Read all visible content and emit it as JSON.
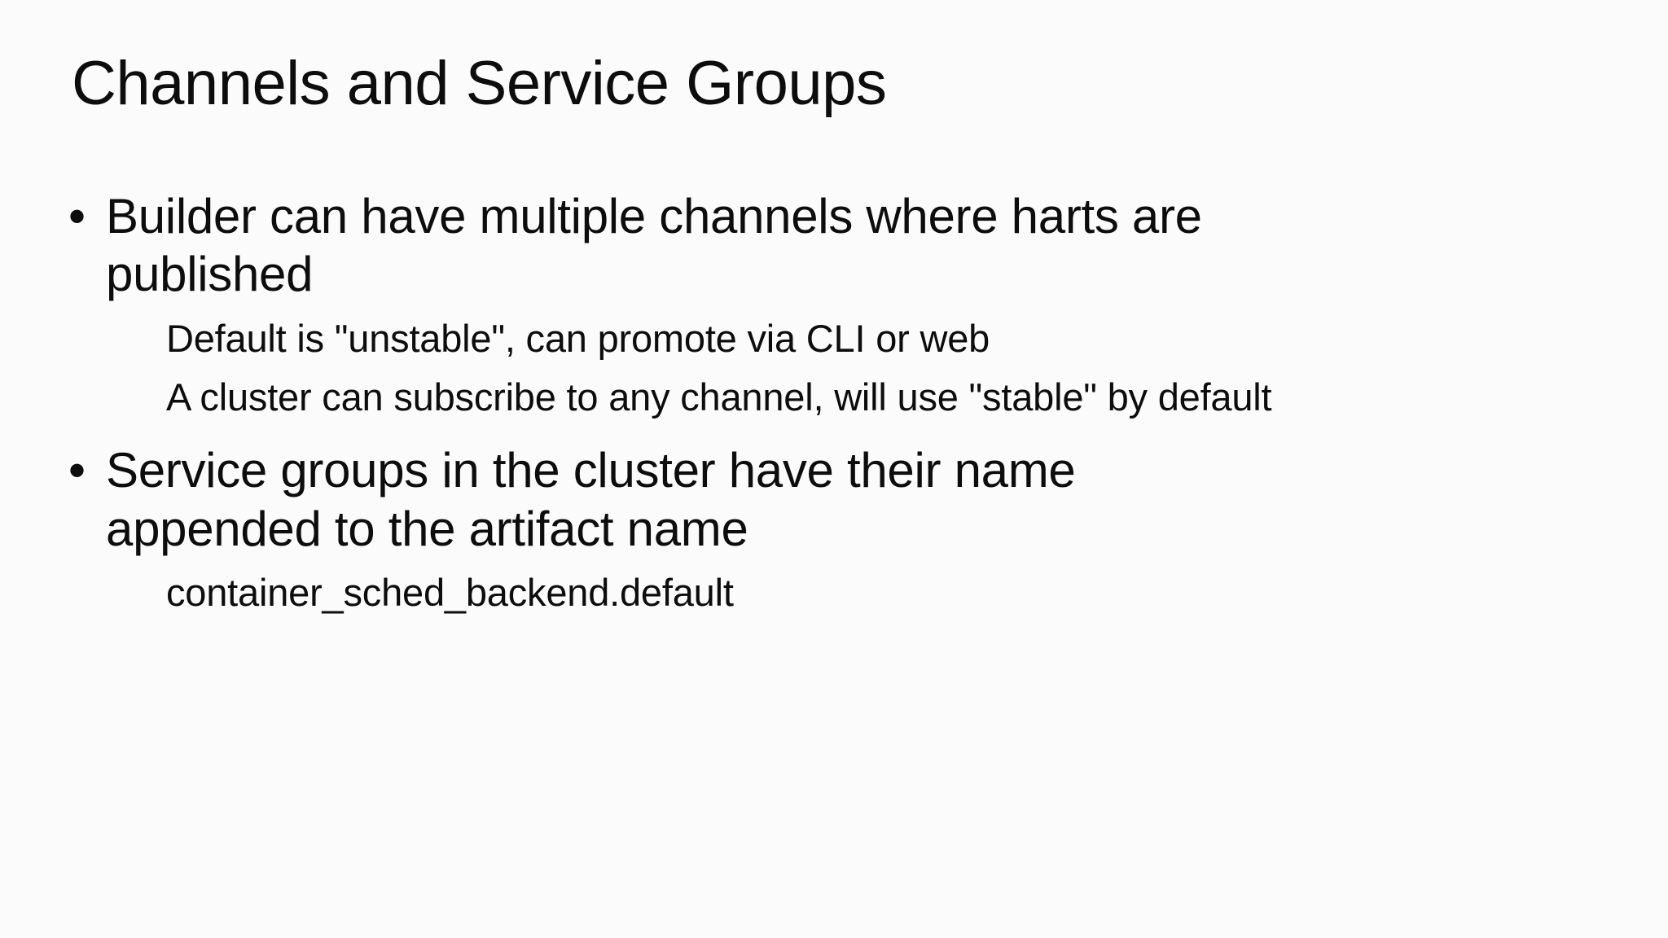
{
  "slide": {
    "title": "Channels and Service Groups",
    "background_color": "#fbfbfb",
    "text_color": "#0d0d0d",
    "bullet_marker": "•",
    "content": [
      {
        "level": 1,
        "marker": "•",
        "text": "Builder can have multiple channels where harts are published"
      },
      {
        "level": 2,
        "marker": "",
        "text": "Default is \"unstable\", can promote via CLI or web"
      },
      {
        "level": 2,
        "marker": "",
        "text": "A cluster can subscribe to any channel, will use \"stable\" by default"
      },
      {
        "level": 1,
        "marker": "•",
        "text": "Service groups in the cluster have their name appended to the artifact name"
      },
      {
        "level": 2,
        "marker": "",
        "text": "container_sched_backend.default"
      }
    ]
  }
}
